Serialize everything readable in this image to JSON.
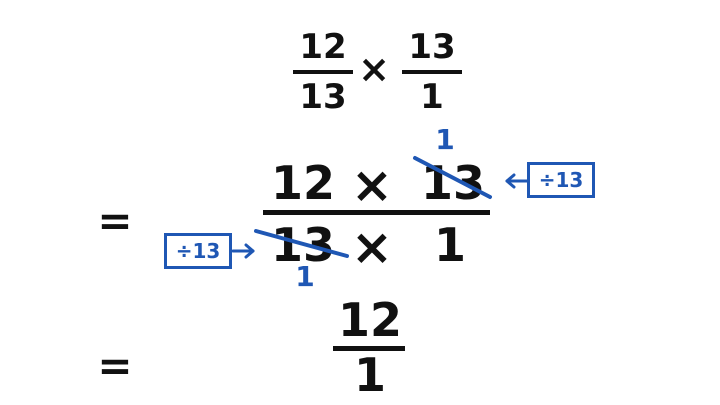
{
  "row1": {
    "fraction1": {
      "numerator": "12",
      "denominator": "13"
    },
    "operator": "×",
    "fraction2": {
      "numerator": "13",
      "denominator": "1"
    }
  },
  "row2": {
    "equals": "=",
    "numerator_left": "12",
    "numerator_op": "×",
    "numerator_right": "13",
    "denominator_left": "13",
    "denominator_op": "×",
    "denominator_right": "1",
    "cancel_result_top": "1",
    "cancel_result_bottom": "1",
    "note_right": "÷13",
    "note_left": "÷13"
  },
  "row3": {
    "equals": "=",
    "numerator": "12",
    "denominator": "1"
  },
  "colors": {
    "ink": "#111111",
    "annotation": "#1f57b4"
  }
}
